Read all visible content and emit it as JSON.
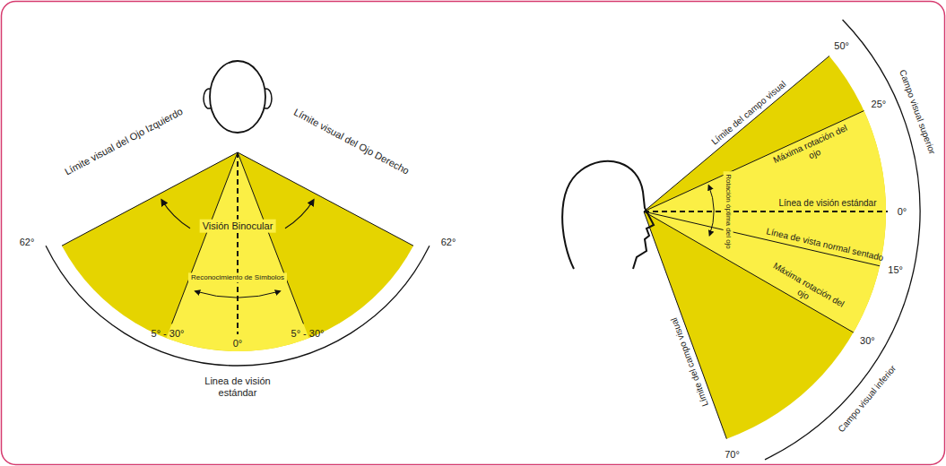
{
  "diagram": {
    "labels": [
      "Límite visual del Ojo Izquierdo",
      "Límite visual del Ojo Derecho",
      "Visión Binocular",
      "Reconocimiento de Símbolos",
      "62°",
      "62°",
      "5° - 30°",
      "0°",
      "5° - 30°",
      "Linea de visión estándar",
      "Límite del campo visual",
      "Campo visual superior",
      "50°",
      "Máxima rotación del ojo",
      "25°",
      "Línea de visión estándar",
      "0°",
      "Rotación óptima del ojo",
      "Línea de vista normal sentado",
      "15°",
      "Máxima rotación del ojo",
      "30°",
      "Campo visual inferior",
      "Límite del campo visual",
      "70°"
    ]
  }
}
